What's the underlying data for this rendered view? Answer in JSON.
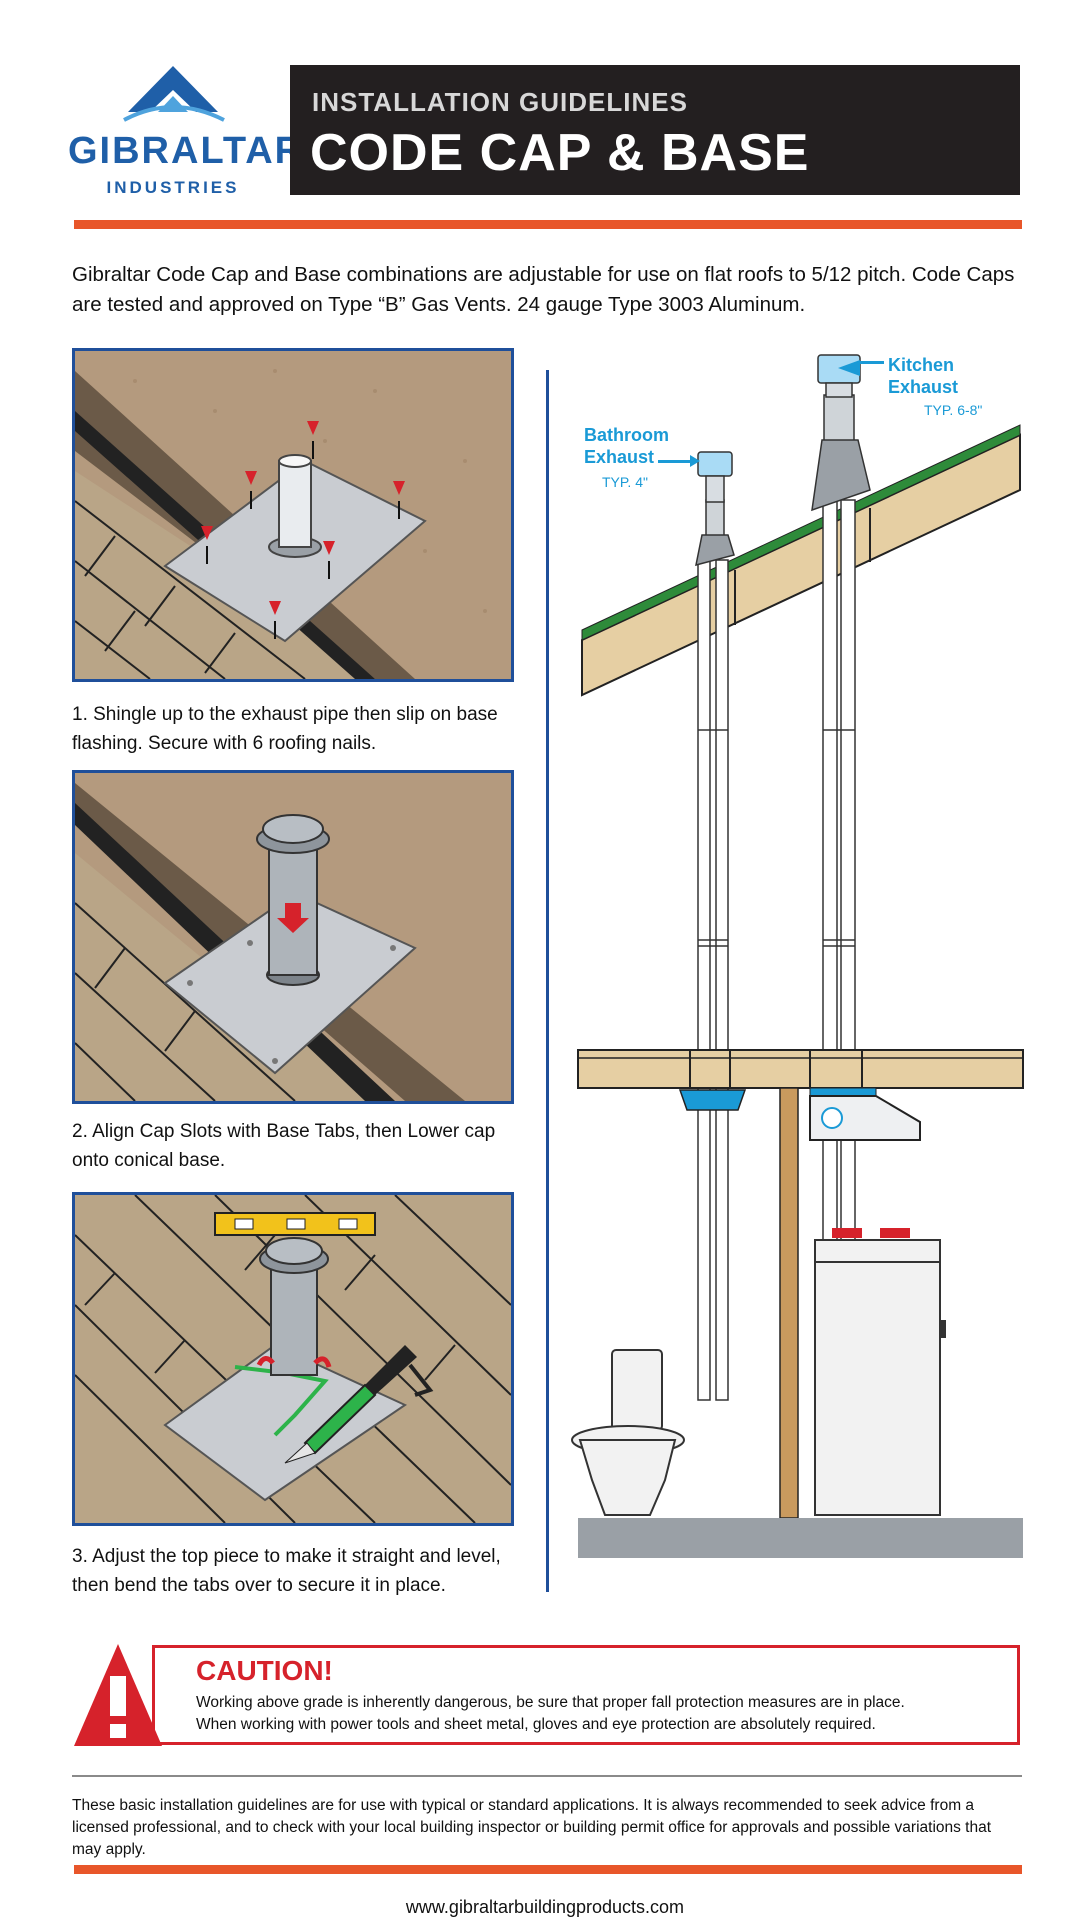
{
  "logo": {
    "name": "GIBRALTAR",
    "sub": "INDUSTRIES"
  },
  "header": {
    "kicker": "INSTALLATION GUIDELINES",
    "title": "CODE CAP & BASE"
  },
  "colors": {
    "orange": "#e8562a",
    "blue": "#1f4f9a",
    "accent_blue": "#1a9ad6",
    "red": "#d6222b",
    "dark": "#231f20"
  },
  "intro": "Gibraltar Code Cap and Base combinations are adjustable for use on flat roofs to 5/12 pitch. Code Caps are tested and approved on Type “B” Gas Vents.  24 gauge Type 3003 Aluminum.",
  "steps": [
    {
      "text": "1. Shingle up to the exhaust pipe then slip on base flashing. Secure with 6 roofing nails."
    },
    {
      "text": "2. Align Cap Slots with Base Tabs, then Lower cap onto conical base."
    },
    {
      "text": "3. Adjust the top piece to make it straight and level, then bend the tabs over to secure it in place."
    }
  ],
  "illustration": {
    "kitchen_label_1": "Kitchen",
    "kitchen_label_2": "Exhaust",
    "kitchen_typ": "TYP. 6-8\"",
    "bathroom_label_1": "Bathroom",
    "bathroom_label_2": "Exhaust",
    "bathroom_typ": "TYP. 4\""
  },
  "caution": {
    "title": "CAUTION!",
    "line1": "Working above grade is inherently dangerous, be sure that proper fall protection measures are in place.",
    "line2": "When working with power tools and sheet metal, gloves and eye protection are absolutely required."
  },
  "footer": {
    "disclaimer": "These basic installation guidelines are for use with typical or standard applications. It is always recommended to seek advice from a licensed professional, and to check with your local building inspector or building permit office for approvals and possible variations that may apply.",
    "website": "www.gibraltarbuildingproducts.com"
  }
}
